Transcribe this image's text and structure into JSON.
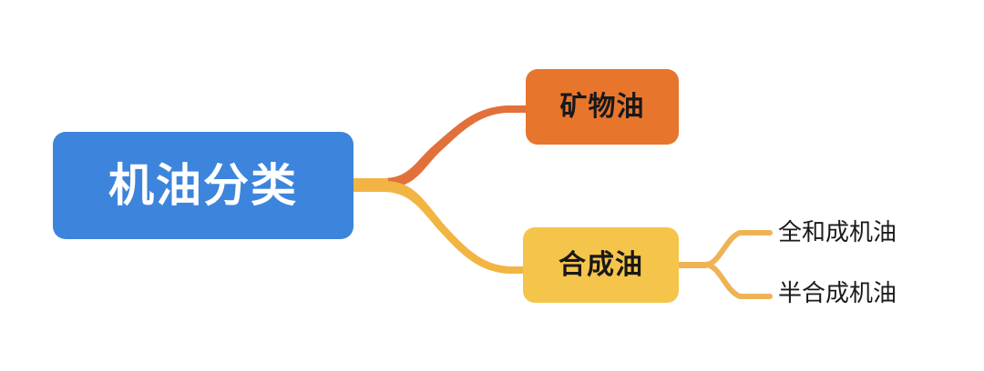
{
  "diagram": {
    "type": "mind-map",
    "title": "机油分类",
    "background_color": "#ffffff",
    "root": {
      "label": "机油分类",
      "fill": "#3d85dc",
      "text_color": "#ffffff"
    },
    "branches": [
      {
        "label": "矿物油",
        "fill": "#e8752c",
        "text_color": "#181818",
        "link_color": "#e2703a",
        "children": []
      },
      {
        "label": "合成油",
        "fill": "#f5c54b",
        "text_color": "#181818",
        "link_color": "#f2b544",
        "children": [
          {
            "label": "全和成机油",
            "text_color": "#1a1a1a",
            "link_color": "#eeb355"
          },
          {
            "label": "半合成机油",
            "text_color": "#1a1a1a",
            "link_color": "#eeb355"
          }
        ]
      }
    ]
  }
}
